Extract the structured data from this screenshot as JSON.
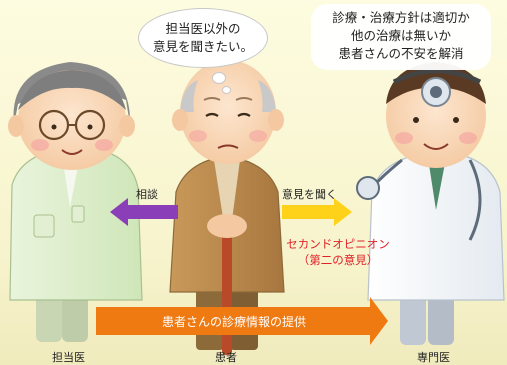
{
  "patient_bubble": {
    "line1": "担当医以外の",
    "line2": "意見を聞きたい。"
  },
  "doctor_bubble": {
    "line1": "診療・治療方針は適切か",
    "line2": "他の治療は無いか",
    "line3": "患者さんの不安を解消"
  },
  "arrows": {
    "consult": "相談",
    "ask_opinion": "意見を聞く",
    "second_opinion_line1": "セカンドオピニオン",
    "second_opinion_line2": "（第二の意見）",
    "info_provision": "患者さんの診療情報の提供"
  },
  "people": {
    "attending": "担当医",
    "patient": "患者",
    "specialist": "専門医"
  },
  "colors": {
    "purple_arrow": "#8a3fb8",
    "yellow_arrow": "#ffd21a",
    "orange_arrow": "#f07a12",
    "red_text": "#e0212a"
  }
}
